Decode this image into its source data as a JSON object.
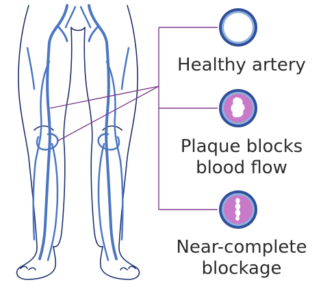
{
  "labels": {
    "healthy": "Healthy artery",
    "plaque_line1": "Plaque blocks",
    "plaque_line2": "blood flow",
    "near_line1": "Near-complete",
    "near_line2": "blockage"
  },
  "colors": {
    "outline": "#1c2e6e",
    "vessel": "#4c76c2",
    "vessel_light": "#8fb0de",
    "leader_line": "#7b3b8c",
    "artery_wall": "#2f4f9a",
    "plaque": "#c87ac8",
    "lumen": "#ffffff",
    "label_text": "#2b2b2b"
  }
}
